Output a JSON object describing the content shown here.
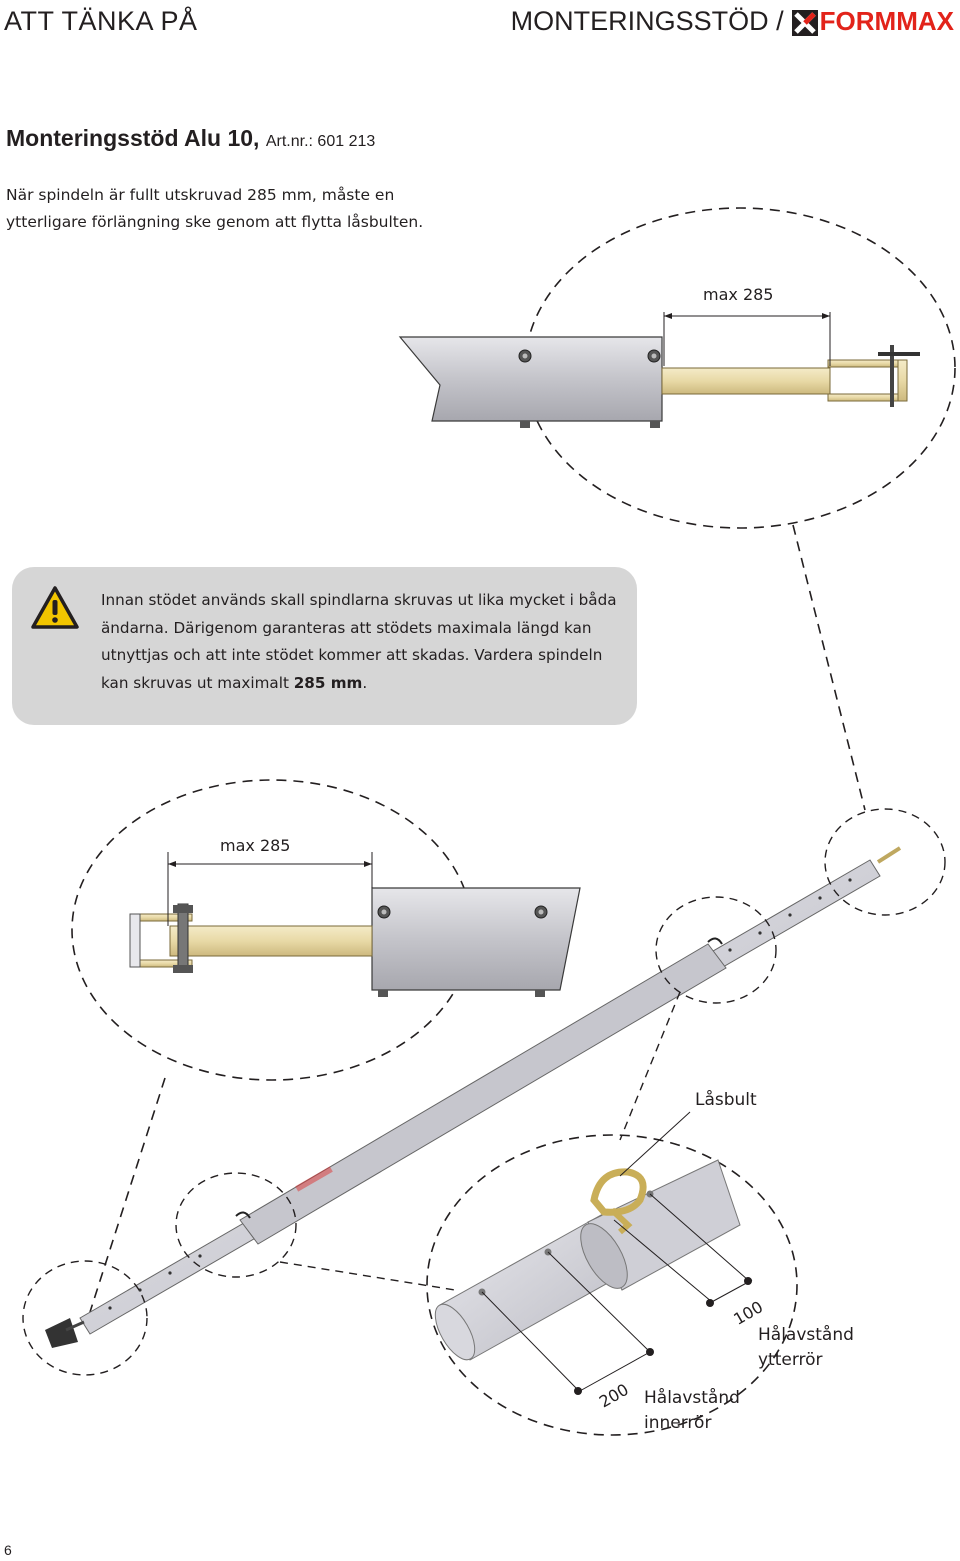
{
  "header": {
    "left_title": "ATT TÄNKA PÅ",
    "right_title": "MONTERINGSSTÖD /",
    "brand": "FORMMAX"
  },
  "title": {
    "product": "Monteringsstöd Alu 10,",
    "art_label": "Art.nr.",
    "art_number": ": 601 213"
  },
  "intro_text": "När spindeln är fullt utskruvad 285 mm, måste en ytterligare förlängning ske genom att flytta låsbulten.",
  "warning": {
    "icon": "warning-triangle-icon",
    "text_before": "Innan stödet används skall spindlarna skruvas ut lika mycket i båda ändarna. Därigenom garanteras att stödets maximala längd kan utnyttjas och att inte stödet kommer att skadas. Vardera spindeln kan skruvas ut maximalt ",
    "text_bold": "285 mm",
    "text_after": "."
  },
  "figures": {
    "top_dimension": "max 285",
    "bottom_dimension": "max 285",
    "lock_bolt_label": "Låsbult",
    "hole_spacing_outer_value": "100",
    "hole_spacing_outer_label_1": "Hålavstånd",
    "hole_spacing_outer_label_2": "ytterrör",
    "hole_spacing_inner_value": "200",
    "hole_spacing_inner_label_1": "Hålavstånd",
    "hole_spacing_inner_label_2": "innerrör"
  },
  "page_number": "6",
  "colors": {
    "brand_red": "#e2231a",
    "warning_yellow": "#f2c500",
    "box_gray": "#d6d6d6",
    "tube_gray": "#c9c9cf",
    "spindle_beige": "#e8d9a6"
  }
}
